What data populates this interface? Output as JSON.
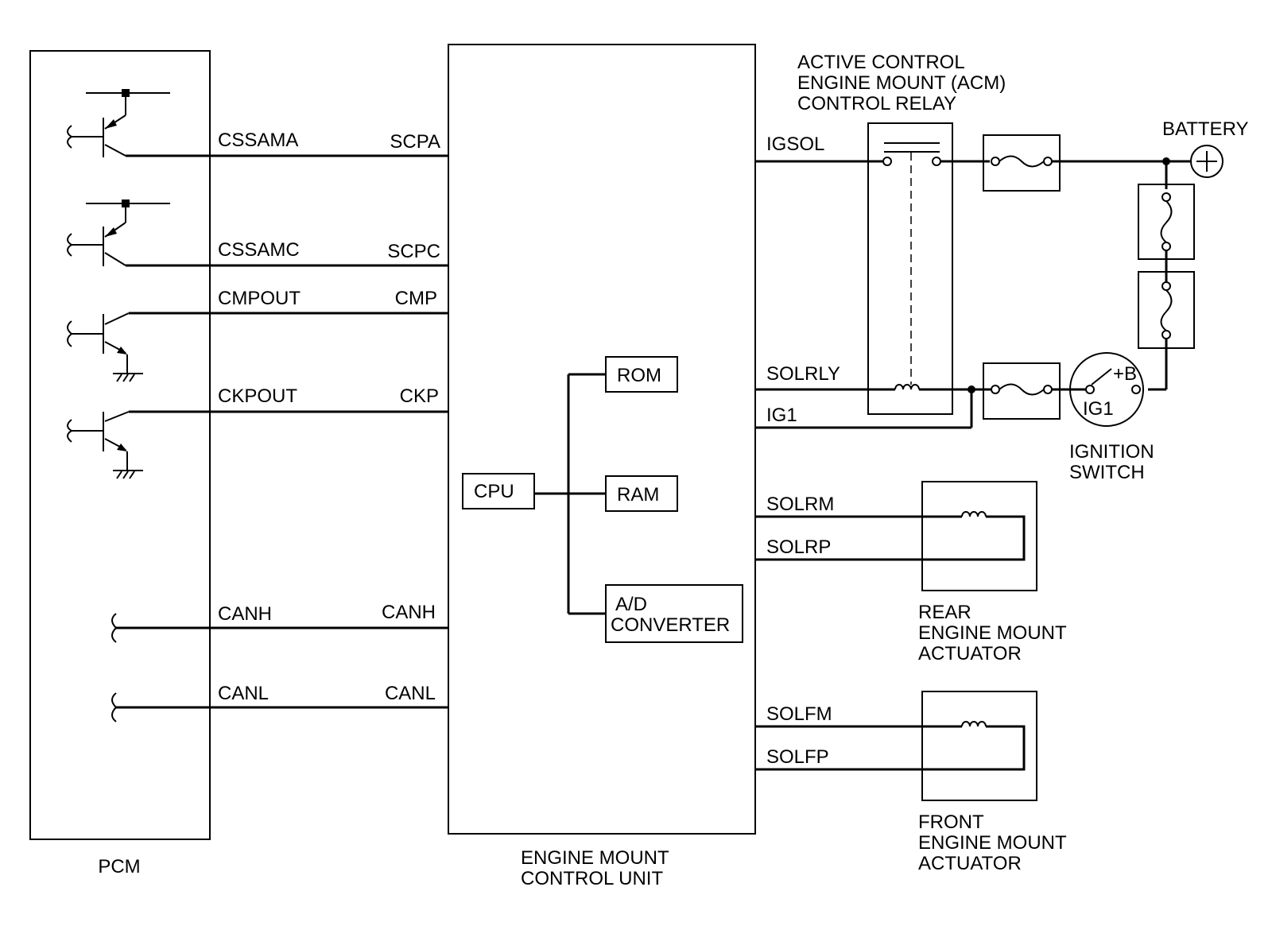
{
  "blocks": {
    "pcm": "PCM",
    "emcu": [
      "ENGINE MOUNT",
      "CONTROL UNIT"
    ],
    "relay": [
      "ACTIVE CONTROL",
      "ENGINE MOUNT (ACM)",
      "CONTROL RELAY"
    ],
    "battery": "BATTERY",
    "ignition_switch": [
      "IGNITION",
      "SWITCH"
    ],
    "rear_actuator": [
      "REAR",
      "ENGINE MOUNT",
      "ACTUATOR"
    ],
    "front_actuator": [
      "FRONT",
      "ENGINE MOUNT",
      "ACTUATOR"
    ]
  },
  "internal": {
    "cpu": "CPU",
    "rom": "ROM",
    "ram": "RAM",
    "adc": [
      "A/D",
      "CONVERTER"
    ]
  },
  "switch_terminals": {
    "b": "+B",
    "ig1": "IG1"
  },
  "pcm_signals": [
    {
      "pcm": "CSSAMA",
      "unit": "SCPA"
    },
    {
      "pcm": "CSSAMC",
      "unit": "SCPC"
    },
    {
      "pcm": "CMPOUT",
      "unit": "CMP"
    },
    {
      "pcm": "CKPOUT",
      "unit": "CKP"
    },
    {
      "pcm": "CANH",
      "unit": "CANH"
    },
    {
      "pcm": "CANL",
      "unit": "CANL"
    }
  ],
  "right_signals": [
    "IGSOL",
    "SOLRLY",
    "IG1",
    "SOLRM",
    "SOLRP",
    "SOLFM",
    "SOLFP"
  ]
}
